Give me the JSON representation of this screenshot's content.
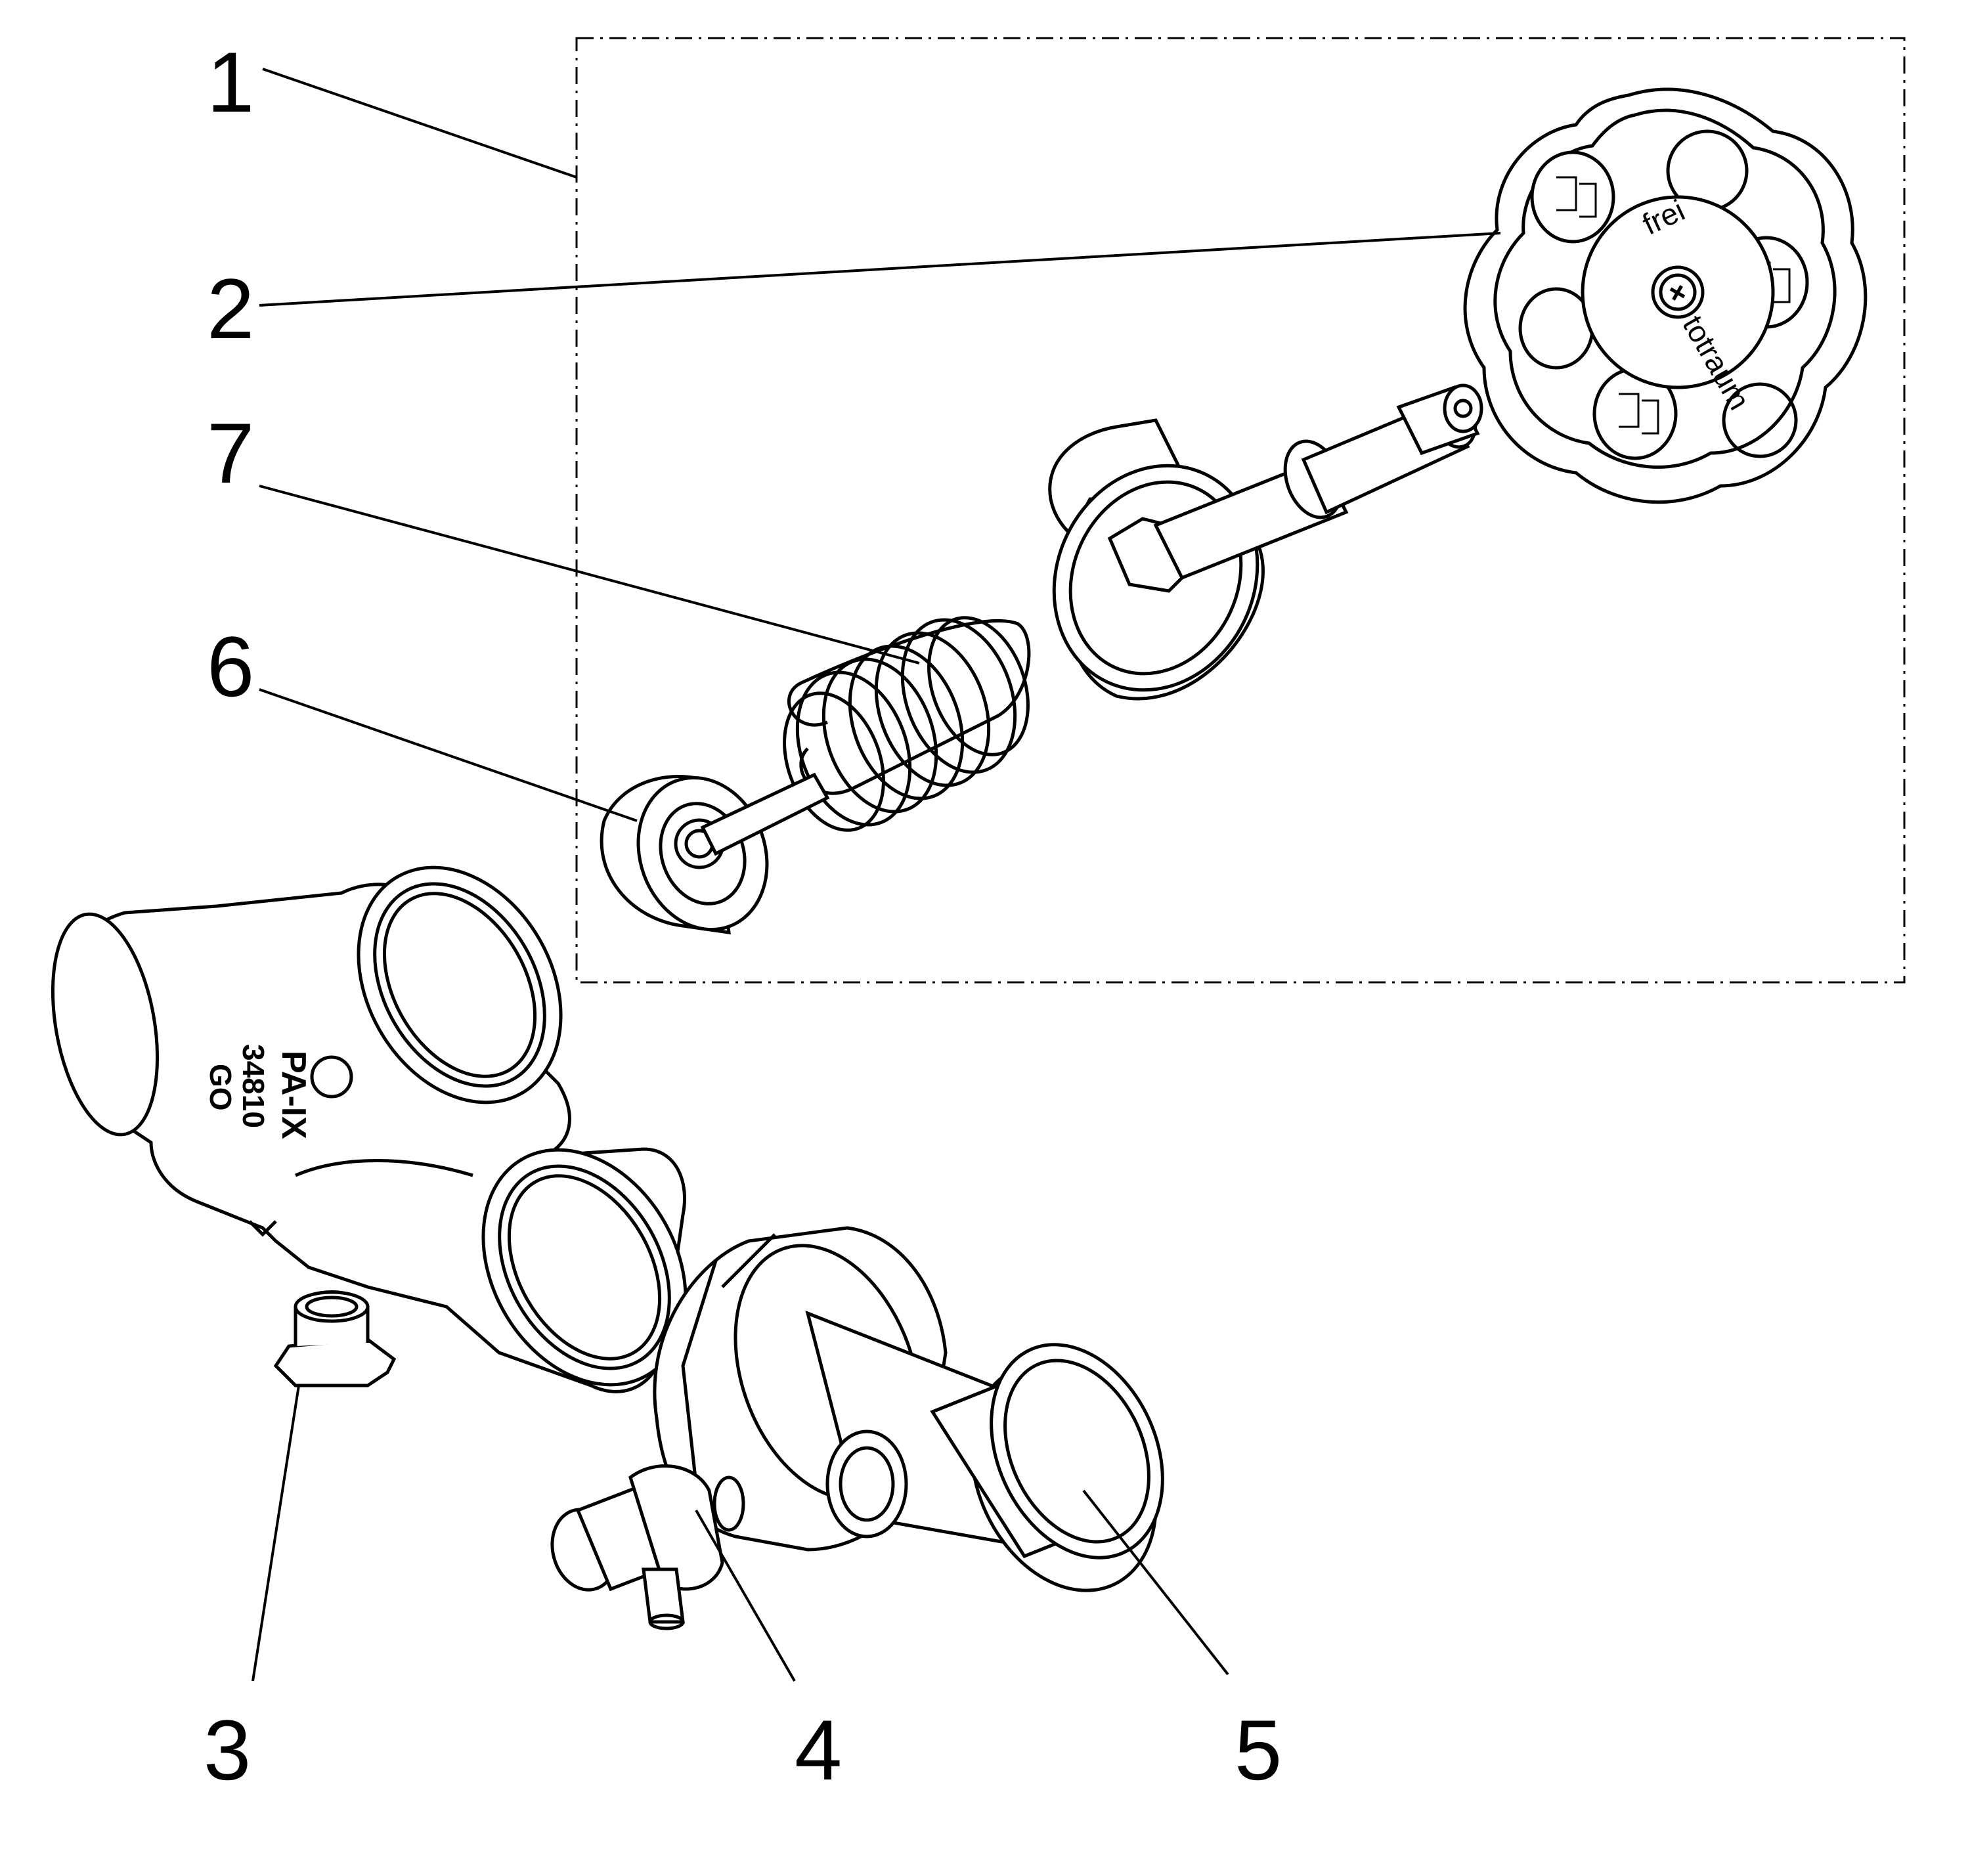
{
  "callouts": [
    {
      "id": "1",
      "label": "1"
    },
    {
      "id": "2",
      "label": "2"
    },
    {
      "id": "3",
      "label": "3"
    },
    {
      "id": "4",
      "label": "4"
    },
    {
      "id": "5",
      "label": "5"
    },
    {
      "id": "6",
      "label": "6"
    },
    {
      "id": "7",
      "label": "7"
    }
  ],
  "handwheel_text": {
    "top": "frei",
    "bottom": "totraum",
    "symbol": "+"
  },
  "body_marking": {
    "line1": "PA-IX",
    "line2": "34810",
    "line3": "GO"
  }
}
